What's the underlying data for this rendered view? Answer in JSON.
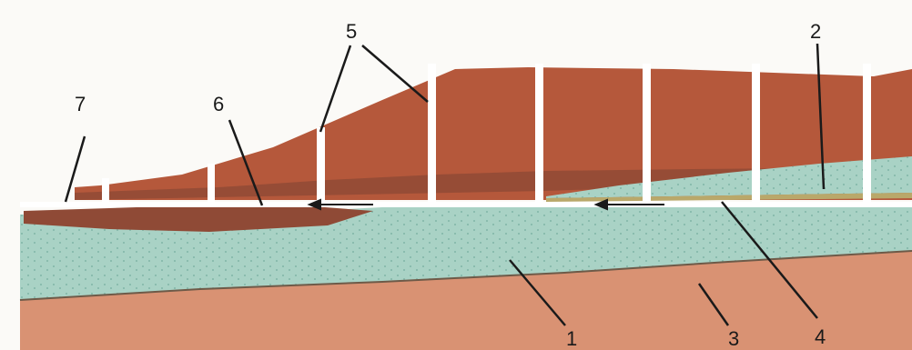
{
  "labels": {
    "l1": "1",
    "l2": "2",
    "l3": "3",
    "l4": "4",
    "l5": "5",
    "l6": "6",
    "l7": "7"
  },
  "colors": {
    "rock_brown": "#b5583b",
    "rock_dark": "#8f4a36",
    "aquifer": "#a9d2c5",
    "clay": "#d99273",
    "sand_layer": "#b9a86a",
    "leader": "#1a1a1a",
    "shaft_white": "#ffffff"
  }
}
